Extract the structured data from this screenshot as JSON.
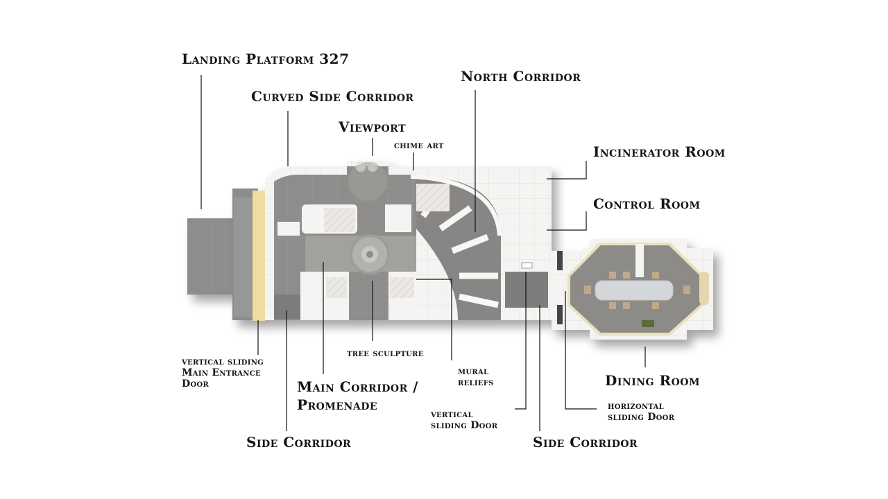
{
  "labels": {
    "landing_platform": "Landing Platform 327",
    "curved_side_corridor": "Curved Side Corridor",
    "viewport": "Viewport",
    "chime_art": "chime art",
    "north_corridor": "North Corridor",
    "incinerator_room": "Incinerator Room",
    "control_room": "Control Room",
    "main_entrance_door": {
      "line1": "vertical sliding",
      "line2": "Main Entrance",
      "line3": "Door"
    },
    "tree_sculpture": "tree sculpture",
    "mural_reliefs": {
      "line1": "mural",
      "line2": "reliefs"
    },
    "main_corridor": {
      "line1": "Main Corridor /",
      "line2": "Promenade"
    },
    "vertical_sliding_door": {
      "line1": "vertical",
      "line2": "sliding Door"
    },
    "horizontal_sliding_door": {
      "line1": "horizontal",
      "line2": "sliding Door"
    },
    "dining_room": "Dining Room",
    "side_corridor_left": "Side Corridor",
    "side_corridor_right": "Side Corridor"
  },
  "colors": {
    "wall": "#f7f7f5",
    "floor": "#8f8d8b",
    "floor_light": "#a9a7a4",
    "accent_door": "#efdc9f",
    "leader_line": "#111111"
  }
}
